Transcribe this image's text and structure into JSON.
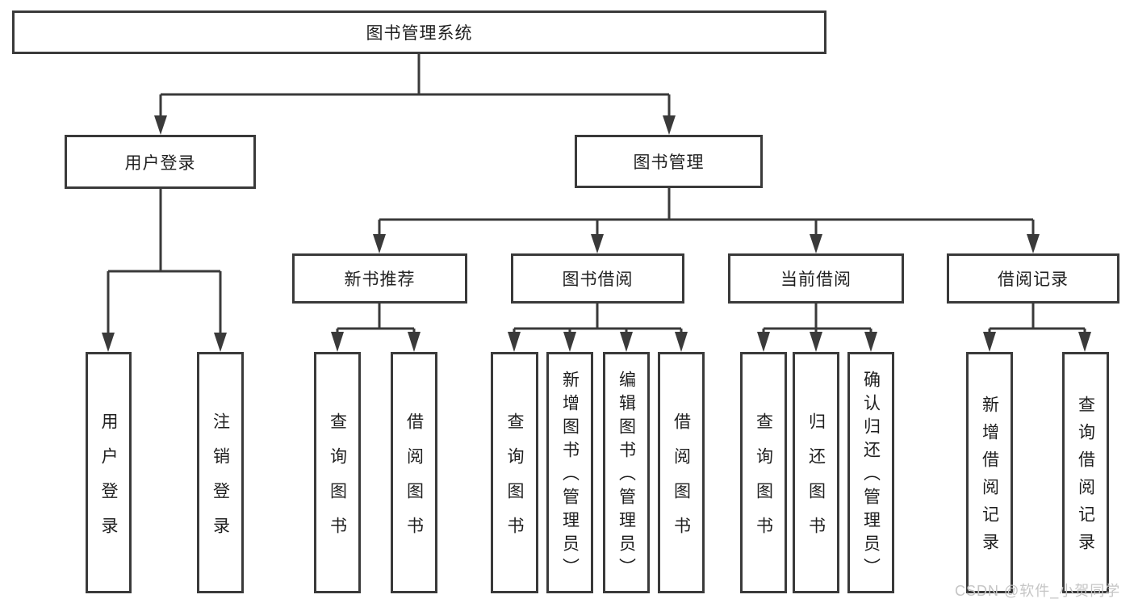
{
  "tree": {
    "root_label": "图书管理系统",
    "branches": [
      {
        "label": "用户登录",
        "children": [
          {
            "label": "用户登录"
          },
          {
            "label": "注销登录"
          }
        ]
      },
      {
        "label": "图书管理",
        "children": [
          {
            "label": "新书推荐",
            "children": [
              {
                "label": "查询图书"
              },
              {
                "label": "借阅图书"
              }
            ]
          },
          {
            "label": "图书借阅",
            "children": [
              {
                "label": "查询图书"
              },
              {
                "label": "新增图书（管理员）"
              },
              {
                "label": "编辑图书（管理员）"
              },
              {
                "label": "借阅图书"
              }
            ]
          },
          {
            "label": "当前借阅",
            "children": [
              {
                "label": "查询图书"
              },
              {
                "label": "归还图书"
              },
              {
                "label": "确认归还（管理员）"
              }
            ]
          },
          {
            "label": "借阅记录",
            "children": [
              {
                "label": "新增借阅记录"
              },
              {
                "label": "查询借阅记录"
              }
            ]
          }
        ]
      }
    ]
  },
  "watermark": {
    "text": "CSDN @软件_小贺同学"
  },
  "colors": {
    "line": "#3a3a3a",
    "text": "#1f1f1f",
    "background": "#ffffff",
    "watermark": "#c5c5c5"
  }
}
